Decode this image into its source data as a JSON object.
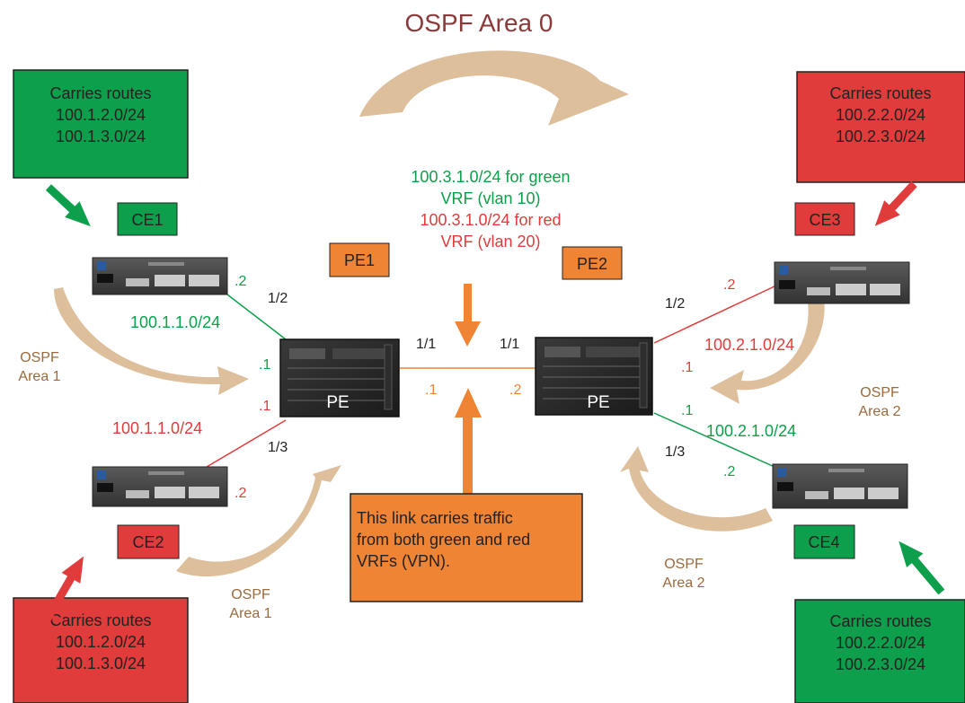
{
  "colors": {
    "green": "#0d9f4b",
    "red": "#e03c3c",
    "orange": "#ef8434",
    "green_text": "#0aa14a",
    "red_text": "#e23b3b",
    "brown_text": "#9a6a3c",
    "title": "#8b3a3a",
    "arc_fill": "#ddbf9c",
    "dark": "#222222"
  },
  "title": "OSPF Area 0",
  "route_boxes": {
    "top_left": {
      "lines": [
        "Carries routes",
        "100.1.2.0/24",
        "100.1.3.0/24"
      ],
      "color": "green"
    },
    "top_right": {
      "lines": [
        "Carries routes",
        "100.2.2.0/24",
        "100.2.3.0/24"
      ],
      "color": "red"
    },
    "bottom_left": {
      "lines": [
        "Carries routes",
        "100.1.2.0/24",
        "100.1.3.0/24"
      ],
      "color": "red"
    },
    "bottom_right": {
      "lines": [
        "Carries routes",
        "100.2.2.0/24",
        "100.2.3.0/24"
      ],
      "color": "green"
    }
  },
  "device_tags": {
    "ce1": "CE1",
    "ce2": "CE2",
    "ce3": "CE3",
    "ce4": "CE4",
    "pe1": "PE1",
    "pe2": "PE2"
  },
  "router_labels": {
    "pe_left": "PE",
    "pe_right": "PE"
  },
  "vrf_note": {
    "green_lines": [
      "100.3.1.0/24 for green",
      "VRF (vlan 10)"
    ],
    "red_lines": [
      "100.3.1.0/24 for red",
      "VRF (vlan 20)"
    ]
  },
  "link_note": {
    "lines": [
      "This link carries traffic",
      "from both green and red",
      "VRFs (VPN)."
    ]
  },
  "subnets": {
    "left_green": "100.1.1.0/24",
    "left_red": "100.1.1.0/24",
    "right_red": "100.2.1.0/24",
    "right_green": "100.2.1.0/24"
  },
  "ports": {
    "pe1_1_2": "1/2",
    "pe1_1_3": "1/3",
    "pe1_1_1": "1/1",
    "pe2_1_1": "1/1",
    "pe2_1_2": "1/2",
    "pe2_1_3": "1/3"
  },
  "host_ids": {
    "ce1_dot2": ".2",
    "pe1_green_dot1": ".1",
    "pe1_red_dot1": ".1",
    "ce2_dot2": ".2",
    "pe1_core_dot1": ".1",
    "pe2_core_dot2": ".2",
    "ce3_dot2": ".2",
    "pe2_red_dot1": ".1",
    "pe2_green_dot1": ".1",
    "ce4_dot2": ".2"
  },
  "ospf_areas": {
    "area1_top": [
      "OSPF",
      "Area 1"
    ],
    "area1_bottom": [
      "OSPF",
      "Area 1"
    ],
    "area2_right": [
      "OSPF",
      "Area 2"
    ],
    "area2_bottom": [
      "OSPF",
      "Area 2"
    ]
  }
}
